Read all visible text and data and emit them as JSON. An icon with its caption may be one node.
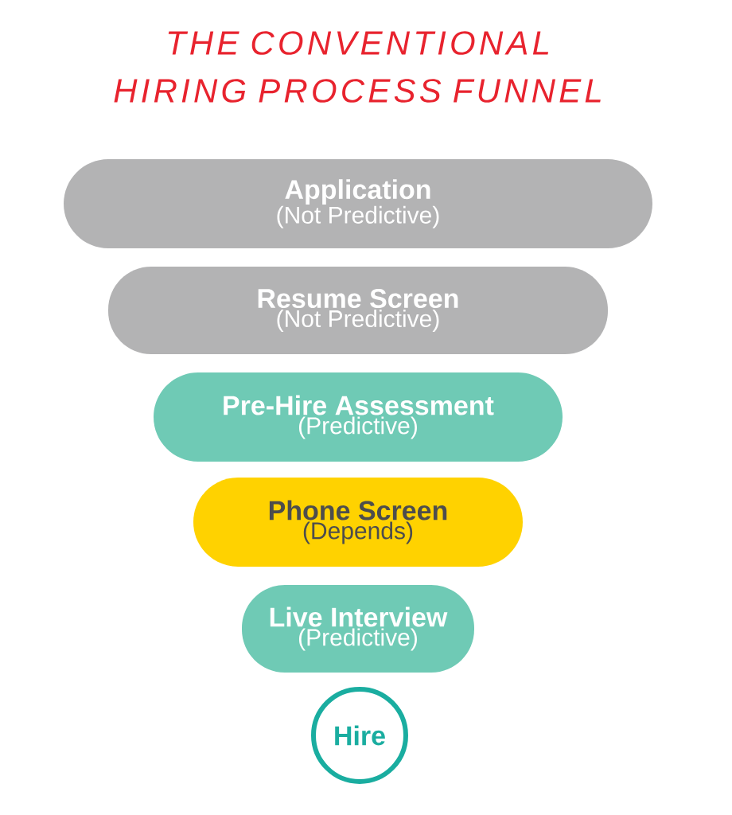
{
  "diagram": {
    "title": "THE CONVENTIONAL HIRING PROCESS FUNNEL",
    "nodes": [
      {
        "text": [
          "Application",
          "(Not Predictive)"
        ]
      },
      {
        "text": [
          "Resume Screen",
          "(Not Predictive)"
        ]
      },
      {
        "text": [
          "Pre-Hire Assessment",
          "(Predictive)"
        ]
      },
      {
        "text": [
          "Phone Screen",
          "(Depends)"
        ]
      },
      {
        "text": [
          "Live Interview",
          "(Predictive)"
        ]
      },
      {
        "text": [
          "Hire"
        ]
      }
    ]
  }
}
